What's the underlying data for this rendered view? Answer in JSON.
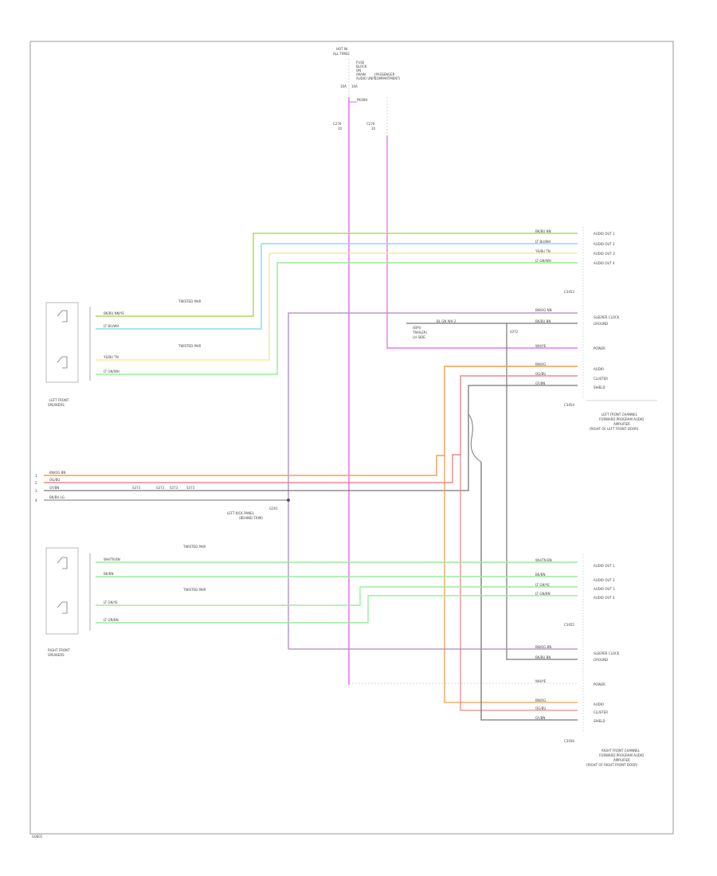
{
  "header": {
    "fuse_title": [
      "HOT IN",
      "ALL TIMES"
    ],
    "fuse_notes": [
      "FUSE",
      "BLOCK",
      "ON",
      "(MAIN",
      "AUDIO UNIT)",
      "(PASSENGER",
      "COMPARTMENT)"
    ],
    "fuse_pins": [
      "10A",
      "10A"
    ],
    "fuse_wire": "PK/WH",
    "fuse_taps": [
      [
        "C270",
        "10"
      ],
      [
        "C270",
        "10"
      ]
    ]
  },
  "left_front_speakers": {
    "wires": [
      {
        "color": "BK/BU",
        "label": "BK/BU NN/YE"
      },
      {
        "color": "LT BU/WH",
        "label": "LT BU/WH"
      },
      {
        "color": "YE/BU",
        "label": "YE/BU TN"
      },
      {
        "color": "LT GN/WH",
        "label": "LT GN/WH"
      }
    ],
    "twisted_labels": [
      "TWISTED PAIR",
      "TWISTED PAIR"
    ],
    "caption": [
      "LEFT FRONT",
      "SPEAKERS"
    ]
  },
  "right_front_speakers": {
    "wires": [
      {
        "color": "WH/TN",
        "label": "WH/TN BN"
      },
      {
        "color": "BK/BN",
        "label": "BK/BN"
      },
      {
        "color": "LT GN/YE",
        "label": "LT GN/YE"
      },
      {
        "color": "LT GN/BN",
        "label": "LT GN/BN"
      }
    ],
    "twisted_labels": [
      "TWISTED PAIR",
      "TWISTED PAIR"
    ],
    "caption": [
      "RIGHT FRONT",
      "SPEAKERS"
    ]
  },
  "lf_amp_speaker_bus": {
    "wires": [
      "BK/BU NN",
      "LT BU/WH",
      "YE/BU TN",
      "LT GN/WH"
    ],
    "pins": [
      "AUDIO OUT 1",
      "AUDIO OUT 2",
      "AUDIO OUT 3",
      "AUDIO OUT 4"
    ],
    "connector": "C3453"
  },
  "lf_amp_control": {
    "wires": [
      "BN/OG NN",
      "BK/BU BN",
      "WH/YE",
      "BN/OG",
      "OG/BU",
      "GY/BN"
    ],
    "pins": [
      "SLEEPER CLOCK",
      "GROUND",
      "POWER",
      "AUDIO",
      "CLUSTER",
      "SHIELD"
    ],
    "splice": "BL GN WH 2",
    "note": [
      "(EIPU",
      "TRAILER)",
      "LH SIDE"
    ],
    "s_label": "S372",
    "connector": "C3454",
    "caption": [
      "LEFT FRONT CHANNEL",
      "FORWARD PROGRAM AUDIO",
      "AMPLIFIER",
      "(RIGHT OF LEFT FRONT DOOR)"
    ]
  },
  "audio_bus": {
    "wires": [
      "BN/OG BN",
      "OG/BU",
      "GY/BN",
      "BK/BU LG"
    ],
    "pins": [
      "1",
      "2",
      "3",
      "4"
    ],
    "inline": [
      "S373",
      "S373",
      "S373",
      "S373"
    ],
    "ground_label": [
      "G201",
      "LEFT KICK PANEL",
      "(BEHIND TRIM)"
    ]
  },
  "rf_amp_speaker_bus": {
    "wires": [
      "WH/TN BN",
      "BK/BN",
      "LT GN/YE",
      "LT GN/BN"
    ],
    "pins": [
      "AUDIO OUT 1",
      "AUDIO OUT 2",
      "AUDIO OUT 3",
      "AUDIO OUT 4"
    ],
    "connector": "C3455"
  },
  "rf_amp_control": {
    "wires": [
      "BN/OG BN",
      "BK/BU BN",
      "WH/YE",
      "BN/OG",
      "OG/BU",
      "GY/BN"
    ],
    "pins": [
      "SLEEPER CLOCK",
      "GROUND",
      "POWER",
      "AUDIO",
      "CLUSTER",
      "SHIELD"
    ],
    "connector": "C3456",
    "caption": [
      "RIGHT FRONT CHANNEL",
      "FORWARD PROGRAM AUDIO",
      "AMPLIFIER",
      "(RIGHT OF RIGHT FRONT DOOR)"
    ]
  },
  "footer": {
    "page_code": "G0601"
  },
  "colors": {
    "pink": "#ee77ee",
    "green_dark": "#aadd55",
    "light_blue": "#88ddee",
    "yellow": "#eeee99",
    "light_green": "#99ee99",
    "gray": "#777777",
    "purple": "#aa88cc",
    "orange": "#f0a050",
    "red": "#ee8888",
    "dark": "#555555",
    "border": "#999999"
  }
}
